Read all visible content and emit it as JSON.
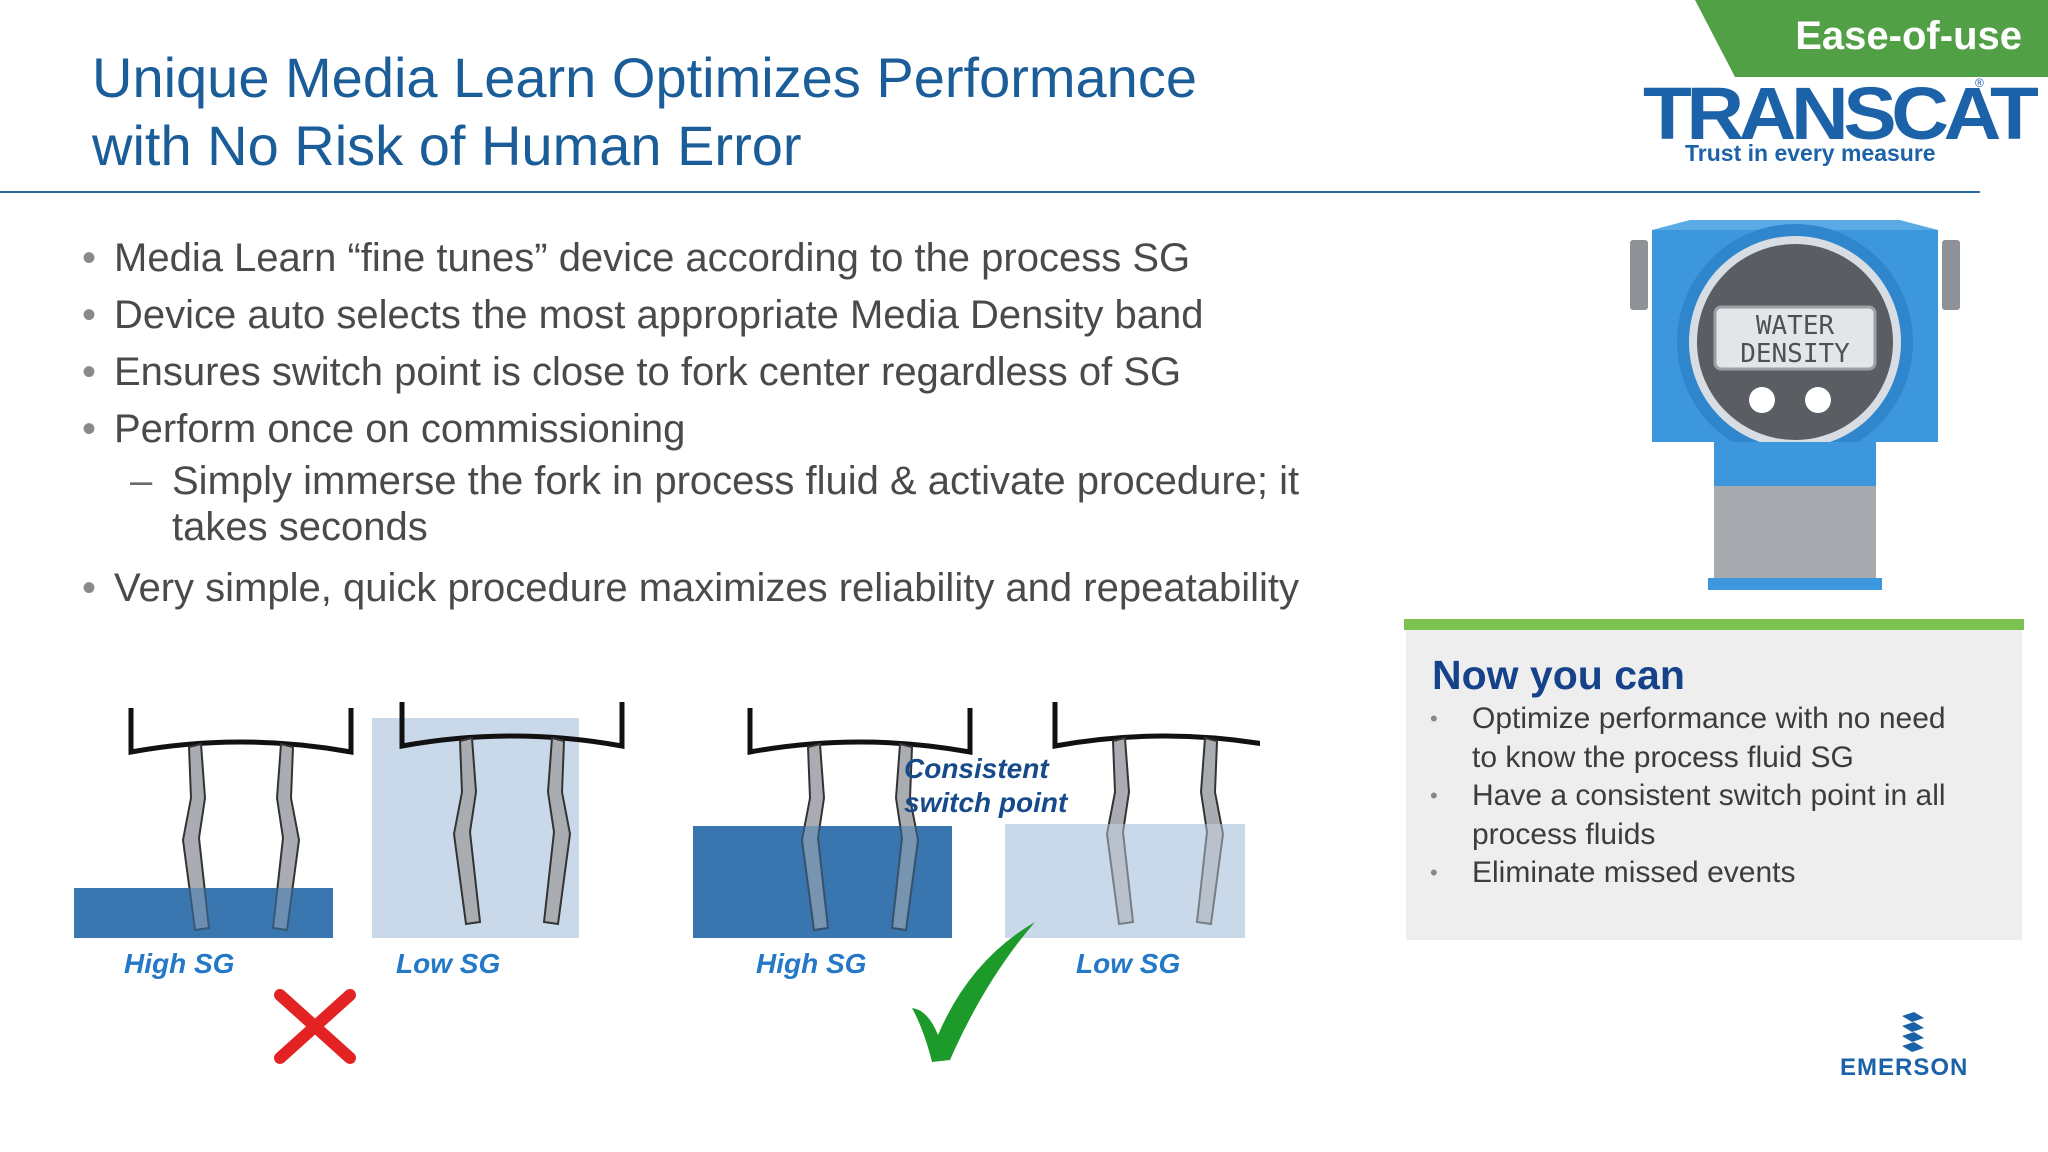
{
  "badge": "Ease-of-use",
  "title": {
    "line1": "Unique Media Learn Optimizes Performance",
    "line2": "with No Risk of Human Error"
  },
  "logo": {
    "name": "TRANSCAT",
    "registered": "®",
    "tagline": "Trust in every measure"
  },
  "bullets": [
    "Media Learn “fine tunes” device according to the process SG",
    "Device auto selects the most appropriate Media Density band",
    "Ensures switch point is close to fork center regardless of SG",
    "Perform once on commissioning"
  ],
  "sub_bullet": {
    "line1": "Simply immerse the fork in process fluid & activate procedure; it",
    "line2": "takes seconds"
  },
  "bullet_last": "Very simple, quick procedure maximizes reliability and repeatability",
  "device_display": {
    "line1": "WATER",
    "line2": "DENSITY"
  },
  "panel": {
    "title": "Now you can",
    "items": [
      {
        "line1": "Optimize performance with no need",
        "line2": "to know the process fluid SG"
      },
      {
        "line1": "Have a consistent switch point in all",
        "line2": "process fluids"
      },
      {
        "line1": "Eliminate missed events",
        "line2": ""
      }
    ]
  },
  "figure": {
    "labels": [
      "High SG",
      "Low SG",
      "High SG",
      "Low SG"
    ],
    "annotation": {
      "line1": "Consistent",
      "line2": "switch point"
    },
    "wrong_icon": "x-mark-icon",
    "right_icon": "checkmark-icon",
    "colors": {
      "high_sg_liquid": "#3a76b0",
      "low_sg_liquid": "#c9d9ea",
      "wrong": "#e32323",
      "right": "#1c9a2a"
    }
  },
  "footer_logo": "EMERSON"
}
